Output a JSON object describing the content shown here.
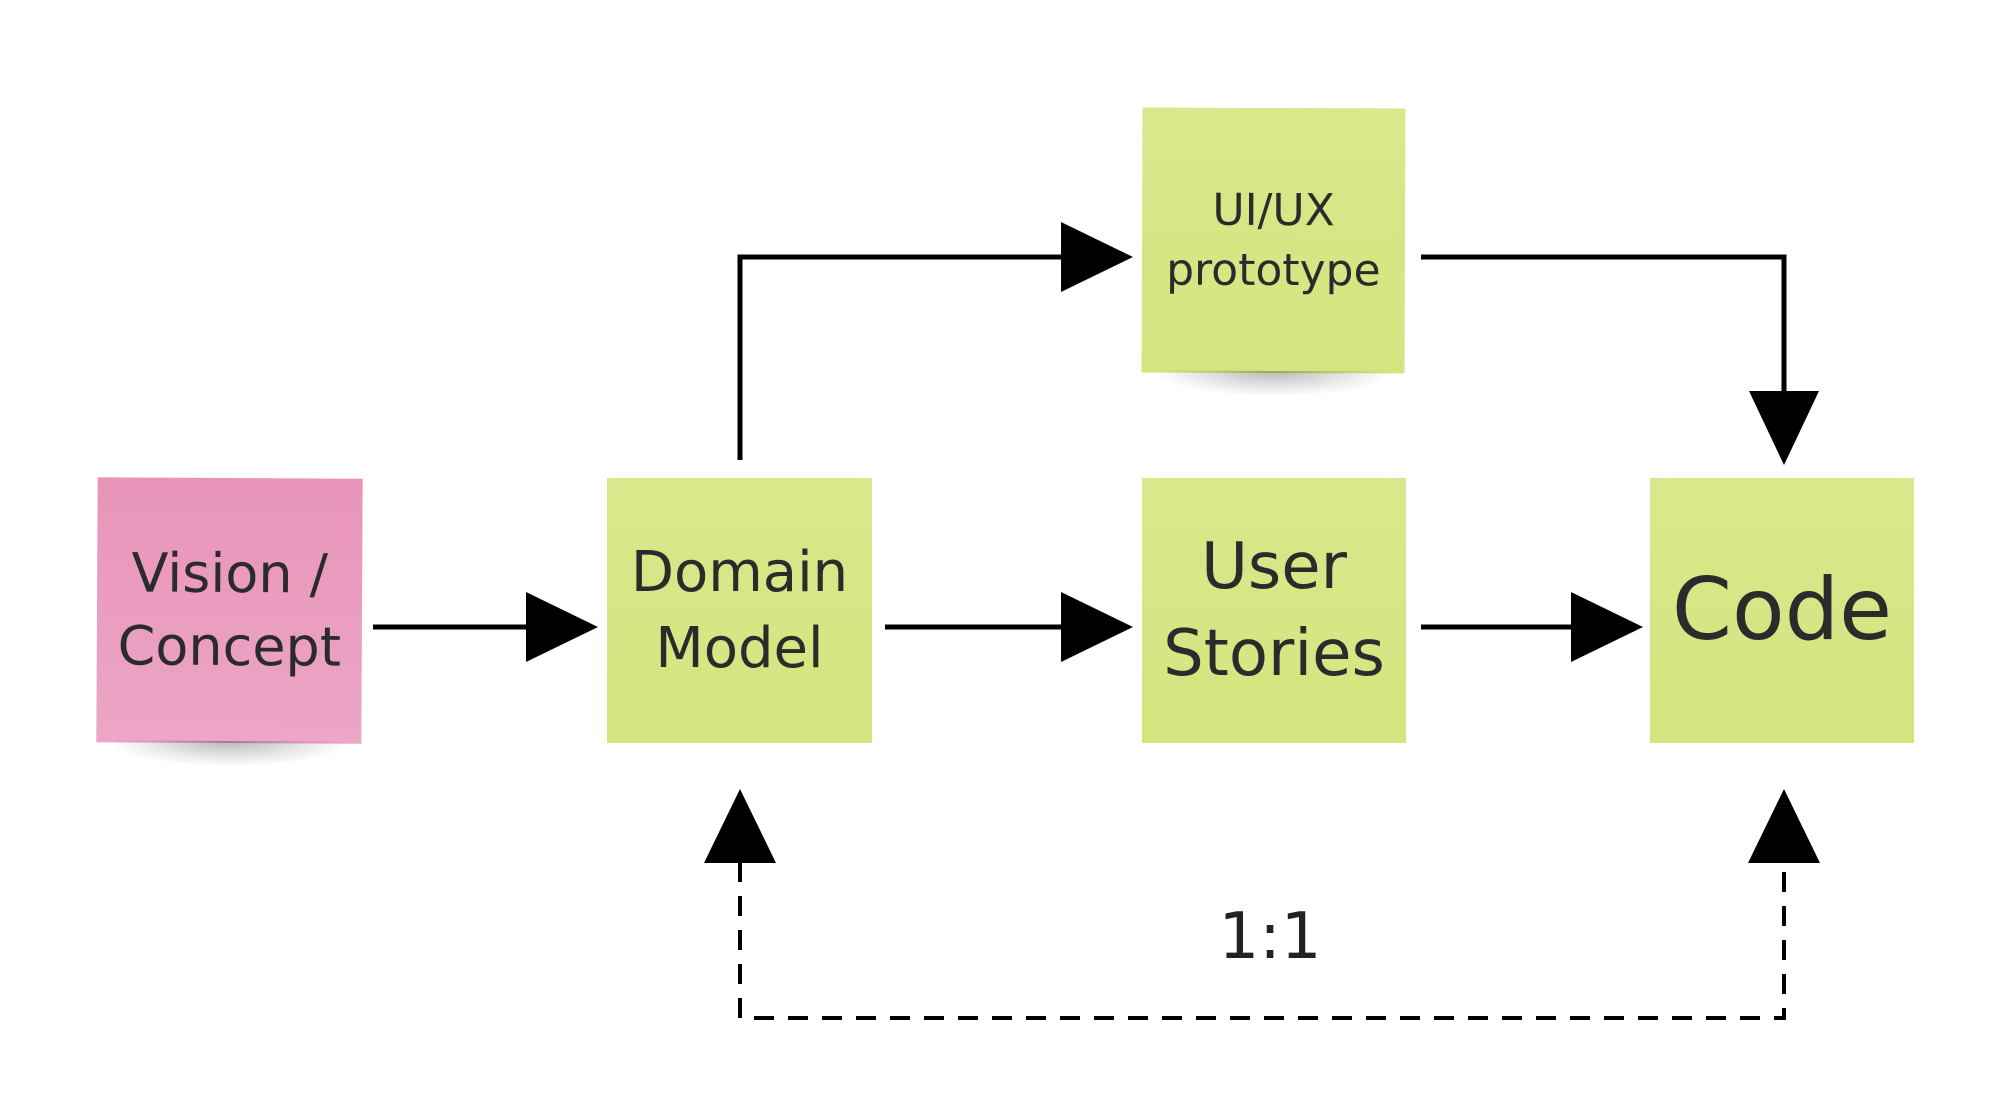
{
  "notes": {
    "vision": {
      "line1": "Vision /",
      "line2": "Concept"
    },
    "domain": {
      "line1": "Domain",
      "line2": "Model"
    },
    "uiux": {
      "line1": "UI/UX",
      "line2": "prototype"
    },
    "stories": {
      "line1": "User",
      "line2": "Stories"
    },
    "code": {
      "label": "Code"
    }
  },
  "connector_label": "1:1",
  "colors": {
    "note_green": "#d5e682",
    "note_pink": "#ea9dc0",
    "arrow": "#000000",
    "text": "#2b2b2b"
  }
}
